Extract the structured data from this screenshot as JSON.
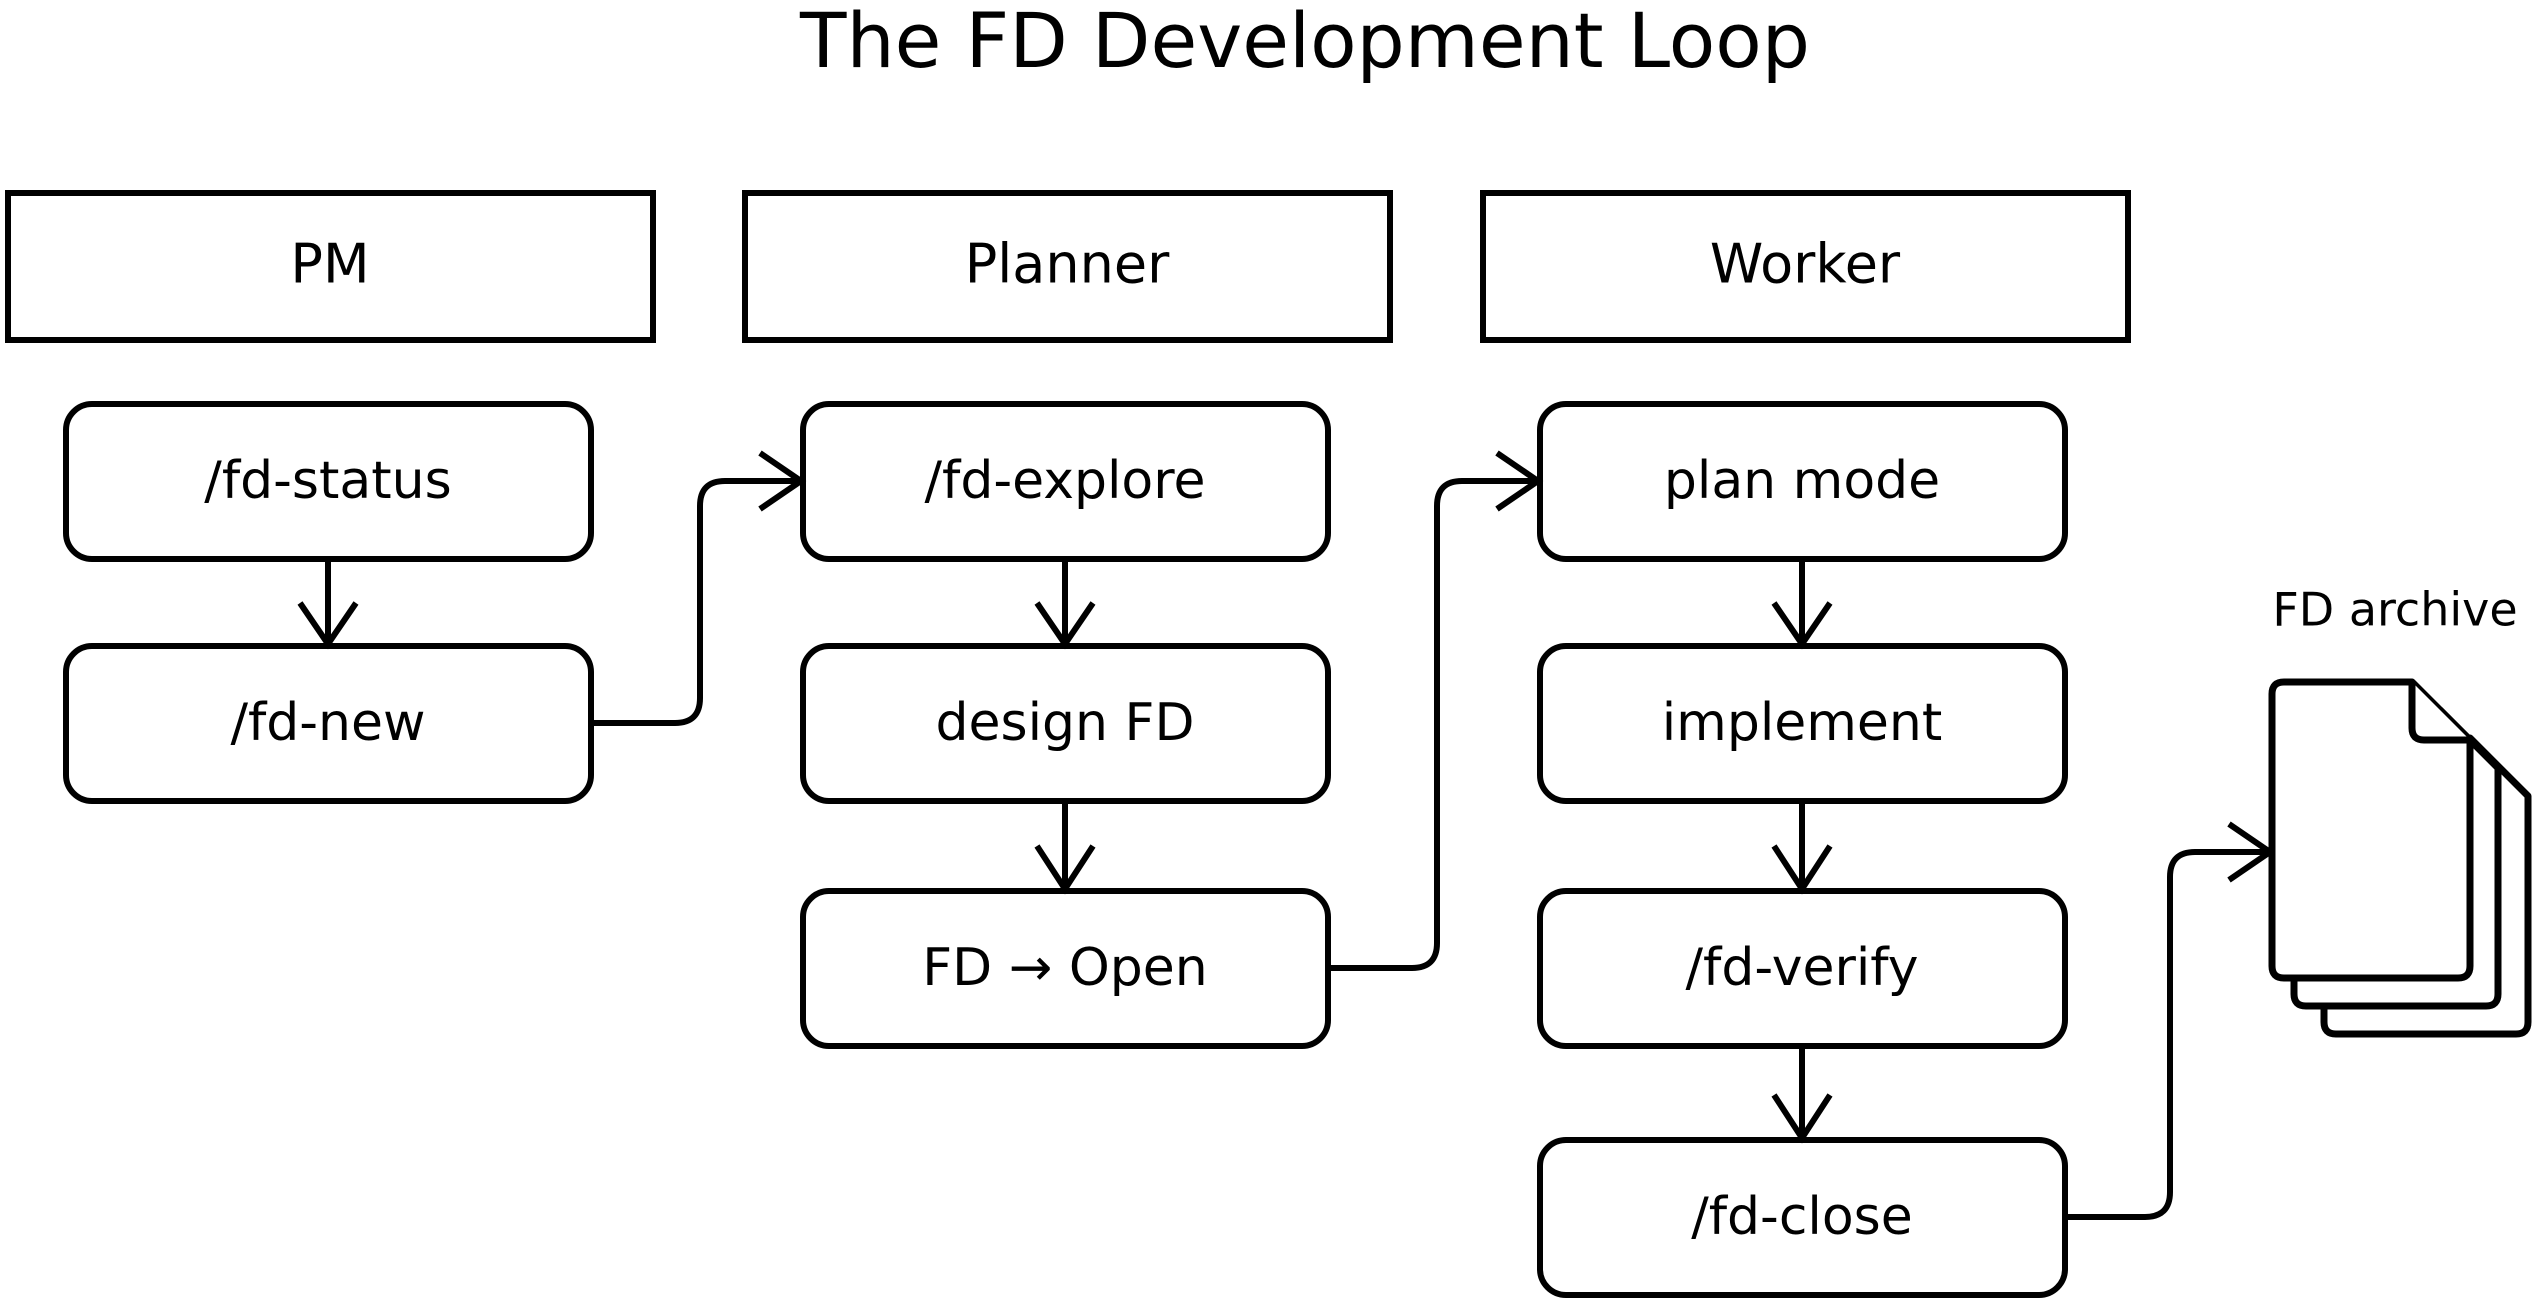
{
  "diagram": {
    "title": "The FD Development Loop",
    "background_color": "#ffffff",
    "line_color": "#000000",
    "text_color": "#000000",
    "lanes": [
      {
        "id": "pm",
        "header": "PM",
        "nodes": [
          {
            "id": "fd-status",
            "label": "/fd-status"
          },
          {
            "id": "fd-new",
            "label": "/fd-new"
          }
        ]
      },
      {
        "id": "planner",
        "header": "Planner",
        "nodes": [
          {
            "id": "fd-explore",
            "label": "/fd-explore"
          },
          {
            "id": "design-fd",
            "label": "design FD"
          },
          {
            "id": "fd-open",
            "label": "FD → Open"
          }
        ]
      },
      {
        "id": "worker",
        "header": "Worker",
        "nodes": [
          {
            "id": "plan-mode",
            "label": "plan mode"
          },
          {
            "id": "implement",
            "label": "implement"
          },
          {
            "id": "fd-verify",
            "label": "/fd-verify"
          },
          {
            "id": "fd-close",
            "label": "/fd-close"
          }
        ]
      }
    ],
    "artifact": {
      "id": "fd-archive",
      "label": "FD archive",
      "icon": "document-stack-icon",
      "sheet_count": 3
    },
    "edges": [
      {
        "from": "fd-status",
        "to": "fd-new",
        "kind": "vertical"
      },
      {
        "from": "fd-new",
        "to": "fd-explore",
        "kind": "elbow"
      },
      {
        "from": "fd-explore",
        "to": "design-fd",
        "kind": "vertical"
      },
      {
        "from": "design-fd",
        "to": "fd-open",
        "kind": "vertical"
      },
      {
        "from": "fd-open",
        "to": "plan-mode",
        "kind": "elbow"
      },
      {
        "from": "plan-mode",
        "to": "implement",
        "kind": "vertical"
      },
      {
        "from": "implement",
        "to": "fd-verify",
        "kind": "vertical"
      },
      {
        "from": "fd-verify",
        "to": "fd-close",
        "kind": "vertical"
      },
      {
        "from": "fd-close",
        "to": "fd-archive",
        "kind": "elbow"
      }
    ]
  }
}
